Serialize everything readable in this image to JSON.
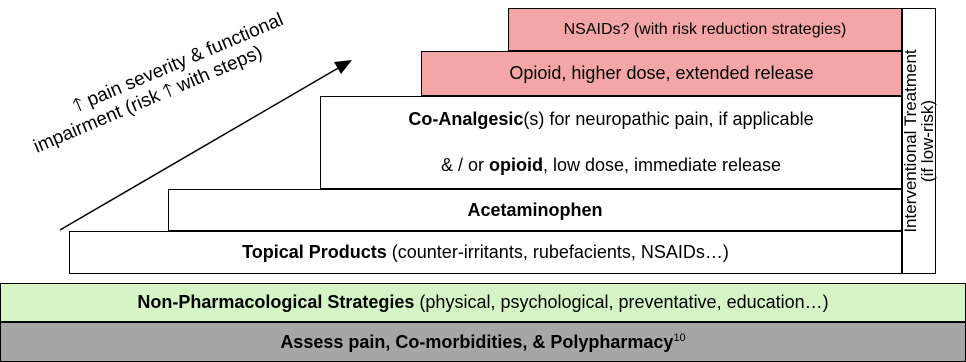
{
  "arrow": {
    "line1": "🡑 pain severity & functional",
    "line2": "impairment (risk 🡑 with steps)"
  },
  "steps": {
    "nsaids": {
      "text": "NSAIDs? (with risk reduction strategies)",
      "color": "#f4a6a6"
    },
    "opioid_high": {
      "text": "Opioid, higher dose, extended release",
      "color": "#f4a6a6"
    },
    "coanalgesic": {
      "bold": "Co-Analgesic",
      "rest": "(s) for neuropathic pain, if applicable"
    },
    "opioid_low": {
      "pre": "& / or ",
      "bold": "opioid",
      "rest": ", low dose, immediate release"
    },
    "acetaminophen": {
      "bold": "Acetaminophen"
    },
    "topical": {
      "bold": "Topical Products",
      "rest": " (counter-irritants, rubefacients, NSAIDs…)"
    },
    "nonpharm": {
      "bold": "Non-Pharmacological Strategies",
      "rest": " (physical, psychological, preventative, education…)",
      "color": "#d6f5c6"
    },
    "assess": {
      "bold": "Assess pain, Co-morbidities, & Polypharmacy",
      "sup": "10",
      "color": "#a6a6a6"
    }
  },
  "side": {
    "line1": "Interventional Treatment",
    "line2": "(if low-risk)"
  }
}
